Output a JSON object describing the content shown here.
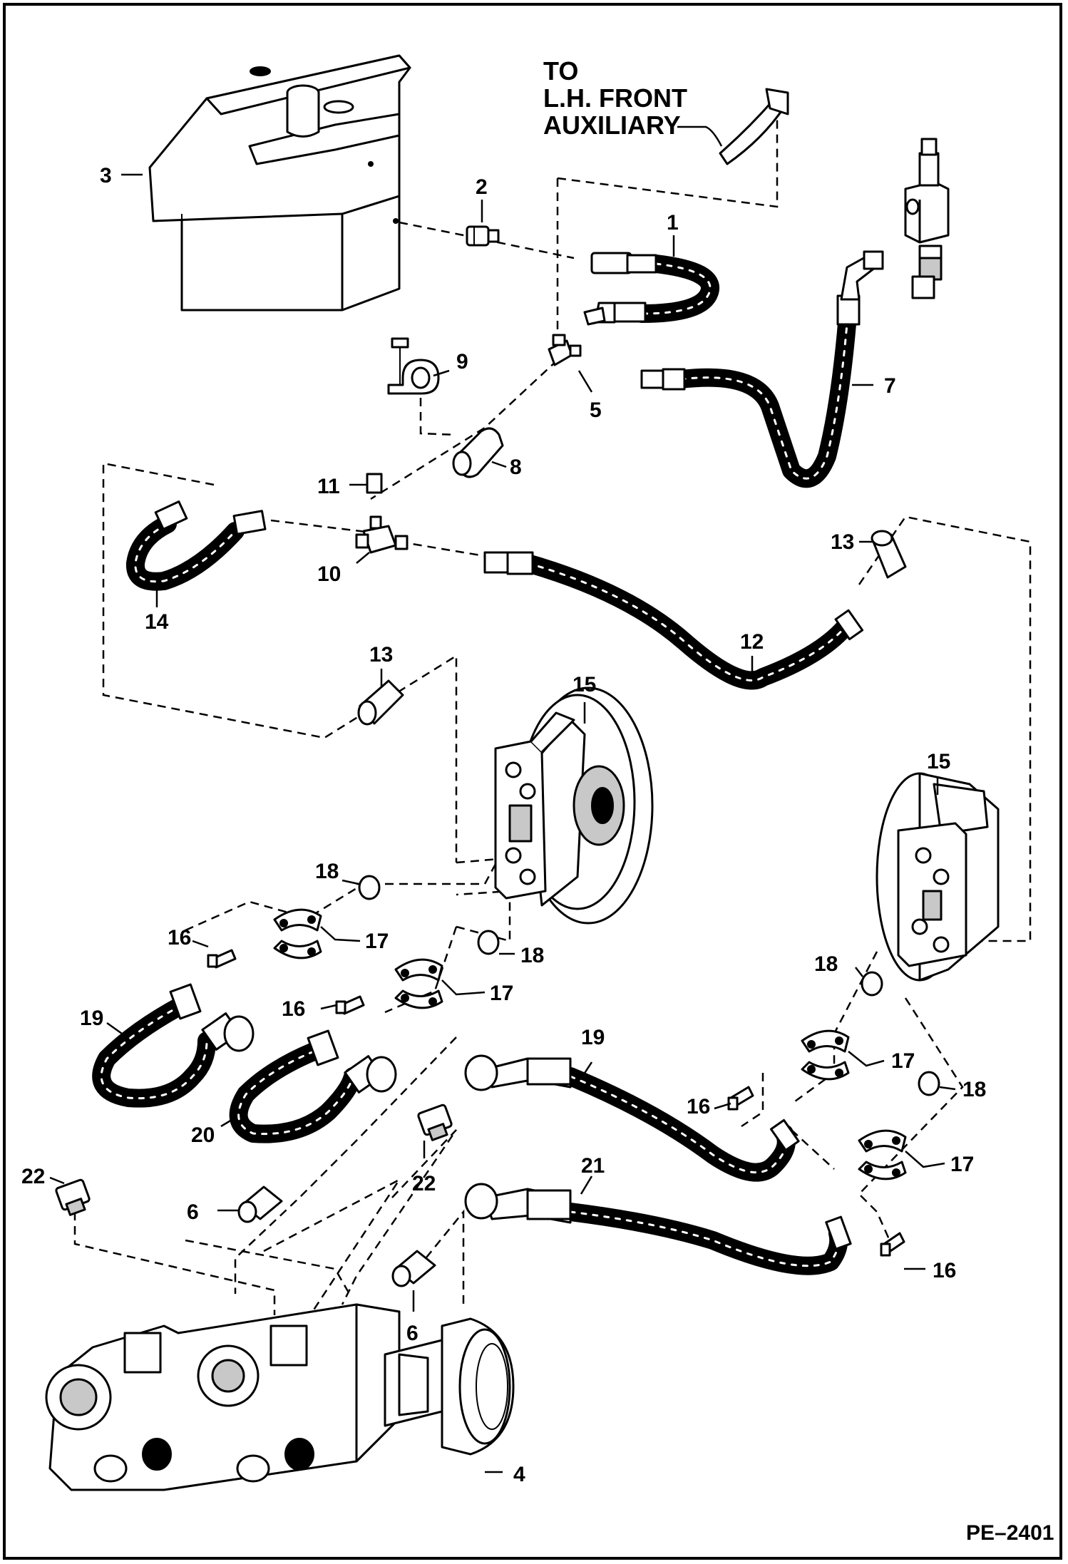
{
  "diagram": {
    "note": {
      "lines": [
        "TO",
        "L.H. FRONT",
        "AUXILIARY"
      ]
    },
    "figure_code": "PE–2401",
    "callouts": [
      {
        "id": "c1",
        "text": "1"
      },
      {
        "id": "c2",
        "text": "2"
      },
      {
        "id": "c3",
        "text": "3"
      },
      {
        "id": "c4",
        "text": "4"
      },
      {
        "id": "c5",
        "text": "5"
      },
      {
        "id": "c6a",
        "text": "6"
      },
      {
        "id": "c6b",
        "text": "6"
      },
      {
        "id": "c7",
        "text": "7"
      },
      {
        "id": "c8",
        "text": "8"
      },
      {
        "id": "c9",
        "text": "9"
      },
      {
        "id": "c10",
        "text": "10"
      },
      {
        "id": "c11",
        "text": "11"
      },
      {
        "id": "c12",
        "text": "12"
      },
      {
        "id": "c13a",
        "text": "13"
      },
      {
        "id": "c13b",
        "text": "13"
      },
      {
        "id": "c14",
        "text": "14"
      },
      {
        "id": "c15a",
        "text": "15"
      },
      {
        "id": "c15b",
        "text": "15"
      },
      {
        "id": "c16a",
        "text": "16"
      },
      {
        "id": "c16b",
        "text": "16"
      },
      {
        "id": "c16c",
        "text": "16"
      },
      {
        "id": "c16d",
        "text": "16"
      },
      {
        "id": "c17a",
        "text": "17"
      },
      {
        "id": "c17b",
        "text": "17"
      },
      {
        "id": "c17c",
        "text": "17"
      },
      {
        "id": "c17d",
        "text": "17"
      },
      {
        "id": "c18a",
        "text": "18"
      },
      {
        "id": "c18b",
        "text": "18"
      },
      {
        "id": "c18c",
        "text": "18"
      },
      {
        "id": "c18d",
        "text": "18"
      },
      {
        "id": "c19a",
        "text": "19"
      },
      {
        "id": "c19b",
        "text": "19"
      },
      {
        "id": "c20",
        "text": "20"
      },
      {
        "id": "c21",
        "text": "21"
      },
      {
        "id": "c22a",
        "text": "22"
      },
      {
        "id": "c22b",
        "text": "22"
      }
    ]
  }
}
